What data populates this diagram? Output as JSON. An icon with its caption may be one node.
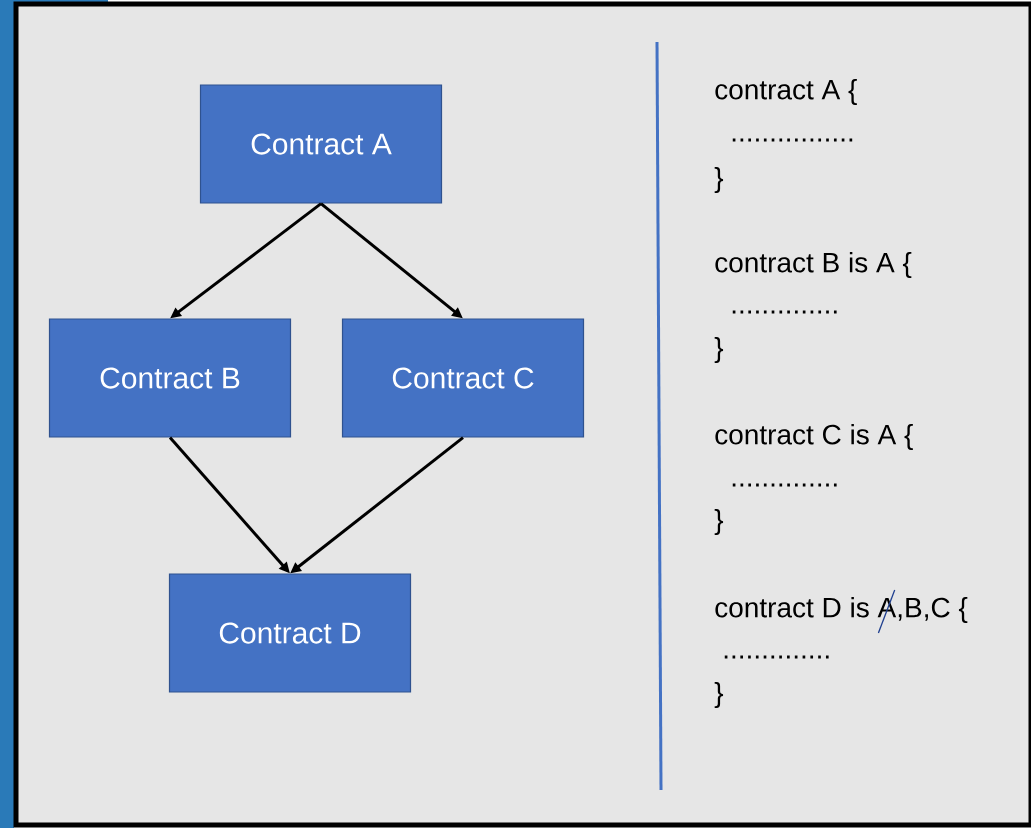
{
  "diagram": {
    "nodes": [
      {
        "text": [
          "Contract A"
        ]
      },
      {
        "text": [
          "Contract B"
        ]
      },
      {
        "text": [
          "Contract C"
        ]
      },
      {
        "text": [
          "Contract D"
        ]
      }
    ],
    "edges": [
      {
        "from": 0,
        "to": 1,
        "arrow": "to"
      },
      {
        "from": 0,
        "to": 2,
        "arrow": "to"
      },
      {
        "from": 1,
        "to": 3,
        "arrow": "to"
      },
      {
        "from": 2,
        "to": 3,
        "arrow": "to"
      }
    ],
    "labels": [
      "contract A {",
      "................",
      "}",
      "contract B is A {",
      "..............",
      "}",
      "contract C is A {",
      "..............",
      "}",
      "contract D is A,B,C {",
      "..............",
      "}"
    ]
  }
}
